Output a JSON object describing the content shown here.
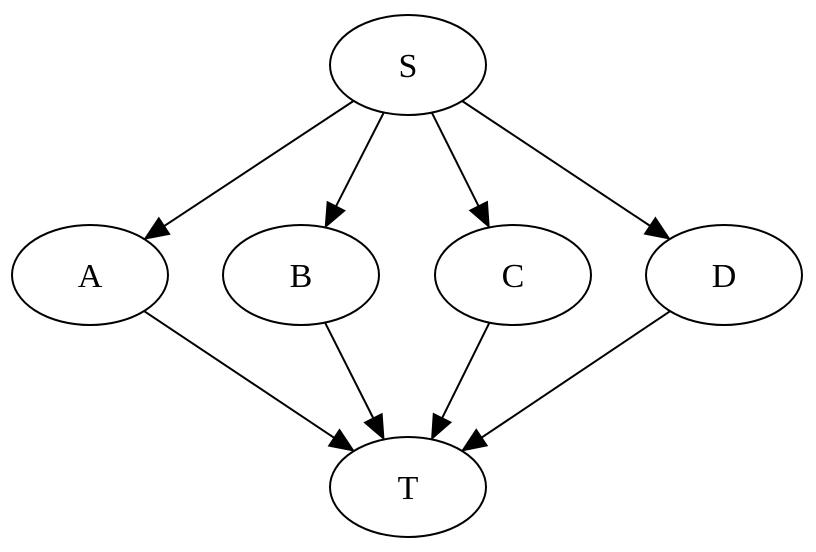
{
  "diagram": {
    "type": "directed-graph",
    "nodes": [
      {
        "id": "S",
        "label": "S"
      },
      {
        "id": "A",
        "label": "A"
      },
      {
        "id": "B",
        "label": "B"
      },
      {
        "id": "C",
        "label": "C"
      },
      {
        "id": "D",
        "label": "D"
      },
      {
        "id": "T",
        "label": "T"
      }
    ],
    "edges": [
      {
        "from": "S",
        "to": "A"
      },
      {
        "from": "S",
        "to": "B"
      },
      {
        "from": "S",
        "to": "C"
      },
      {
        "from": "S",
        "to": "D"
      },
      {
        "from": "A",
        "to": "T"
      },
      {
        "from": "B",
        "to": "T"
      },
      {
        "from": "C",
        "to": "T"
      },
      {
        "from": "D",
        "to": "T"
      }
    ]
  }
}
